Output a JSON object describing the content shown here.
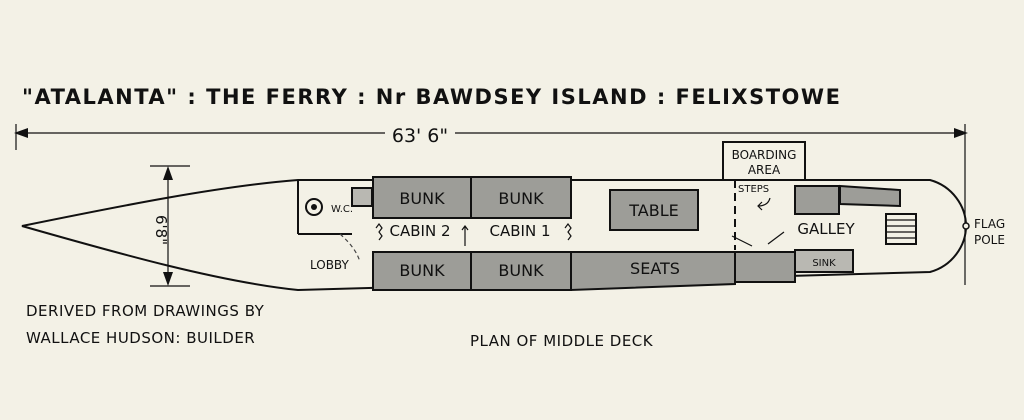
{
  "title": "\"ATALANTA\" : THE FERRY : Nr BAWDSEY ISLAND : FELIXSTOWE",
  "length_dim": "63' 6\"",
  "beam_dim": "6'8\"",
  "labels": {
    "boarding_area": [
      "BOARDING",
      "AREA"
    ],
    "steps": "STEPS",
    "wc": "W.C.",
    "lobby": "LOBBY",
    "cabin2": "CABIN 2",
    "cabin1": "CABIN 1",
    "bunk": "BUNK",
    "table": "TABLE",
    "seats": "SEATS",
    "galley": "GALLEY",
    "sink": "SINK",
    "flag_pole": [
      "FLAG",
      "POLE"
    ]
  },
  "credit": [
    "DERIVED FROM DRAWINGS BY",
    "WALLACE HUDSON: BUILDER"
  ],
  "caption": "PLAN OF MIDDLE DECK",
  "colors": {
    "paper": "#f3f1e6",
    "ink": "#111111",
    "fill": "#9d9d98"
  }
}
